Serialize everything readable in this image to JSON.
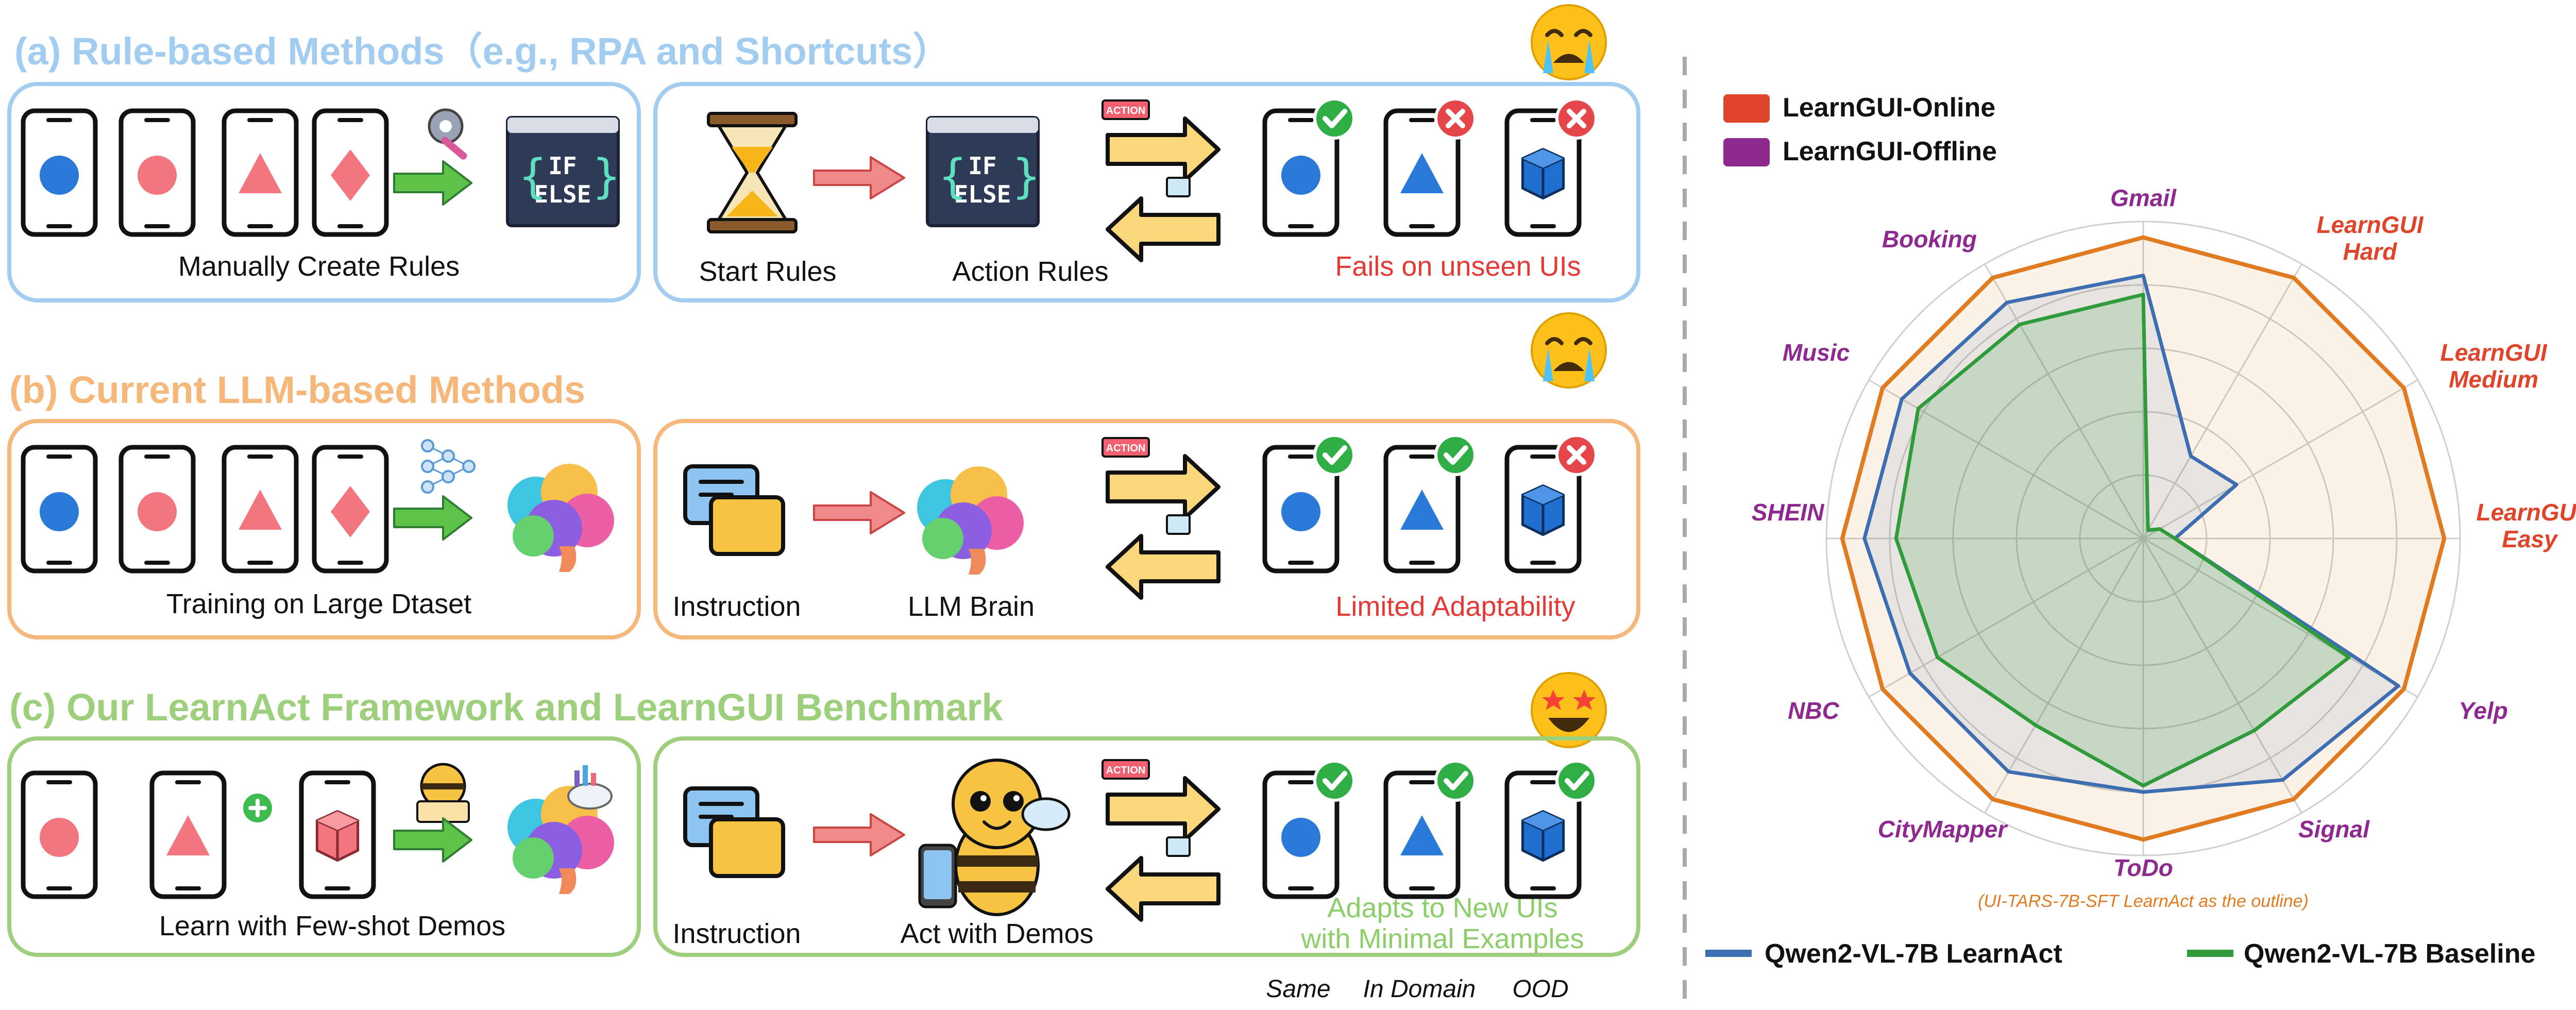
{
  "sections": {
    "a": {
      "title": "(a) Rule-based Methods（e.g., RPA and Shortcuts）",
      "left_caption": "Manually Create Rules",
      "step1": "Start Rules",
      "step2": "Action Rules",
      "result": "Fails on unseen UIs",
      "code_line1": "IF",
      "code_line2": "ELSE",
      "emoji": "crying-face"
    },
    "b": {
      "title": "(b) Current LLM-based Methods",
      "left_caption": "Training on Large Dtaset",
      "step1": "Instruction",
      "step2": "LLM Brain",
      "result": "Limited Adaptability",
      "emoji": "crying-face"
    },
    "c": {
      "title": "(c) Our LearnAct Framework and LearnGUI Benchmark",
      "left_caption": "Learn with Few-shot Demos",
      "step1": "Instruction",
      "step2": "Act with Demos",
      "result_line1": "Adapts to New UIs",
      "result_line2": "with Minimal Examples",
      "emoji": "star-struck-face"
    }
  },
  "action_tag": "ACTION",
  "phone_labels": [
    "Same",
    "In Domain",
    "OOD"
  ],
  "colors": {
    "a_frame": "#a3cdf0",
    "a_title": "#a3cdf0",
    "b_frame": "#f6b87a",
    "b_title": "#f6b87a",
    "c_frame": "#9dcf7d",
    "c_title": "#9dcf7d",
    "fail_red": "#e53935",
    "success_green": "#8ccf6a",
    "circle_blue": "#2979d8",
    "pink": "#f2757f",
    "cube_blue": "#1f6fd1",
    "online": "#e0442a",
    "offline": "#8e2a8f",
    "learnact": "#3d6eb2",
    "baseline": "#2f9b3a",
    "outline": "#e07b21"
  },
  "chart_data": {
    "type": "radar",
    "axes": [
      "Gmail",
      "LearnGUI Hard",
      "LearnGUI Medium",
      "LearnGUI Easy",
      "Yelp",
      "Signal",
      "ToDo",
      "CityMapper",
      "NBC",
      "SHEIN",
      "Music",
      "Booking"
    ],
    "axis_groups": [
      "offline",
      "online",
      "online",
      "online",
      "offline",
      "offline",
      "offline",
      "offline",
      "offline",
      "offline",
      "offline",
      "offline"
    ],
    "legend_top": [
      "LearnGUI-Online",
      "LearnGUI-Offline"
    ],
    "legend_bottom": [
      "Qwen2-VL-7B LearnAct",
      "Qwen2-VL-7B Baseline"
    ],
    "note": "(UI-TARS-7B-SFT LearnAct as the outline)",
    "range": [
      0,
      1
    ],
    "grid_levels": 5,
    "series": [
      {
        "name": "UI-TARS-7B-SFT LearnAct",
        "style": "outline",
        "values": [
          0.95,
          0.95,
          0.95,
          0.95,
          0.95,
          0.95,
          0.95,
          0.95,
          0.95,
          0.95,
          0.95,
          0.95
        ]
      },
      {
        "name": "Qwen2-VL-7B LearnAct",
        "values": [
          0.83,
          0.3,
          0.34,
          0.1,
          0.93,
          0.88,
          0.8,
          0.85,
          0.85,
          0.88,
          0.88,
          0.86
        ]
      },
      {
        "name": "Qwen2-VL-7B Baseline",
        "values": [
          0.77,
          0.03,
          0.06,
          0.1,
          0.75,
          0.7,
          0.78,
          0.68,
          0.75,
          0.78,
          0.82,
          0.78
        ]
      }
    ]
  }
}
